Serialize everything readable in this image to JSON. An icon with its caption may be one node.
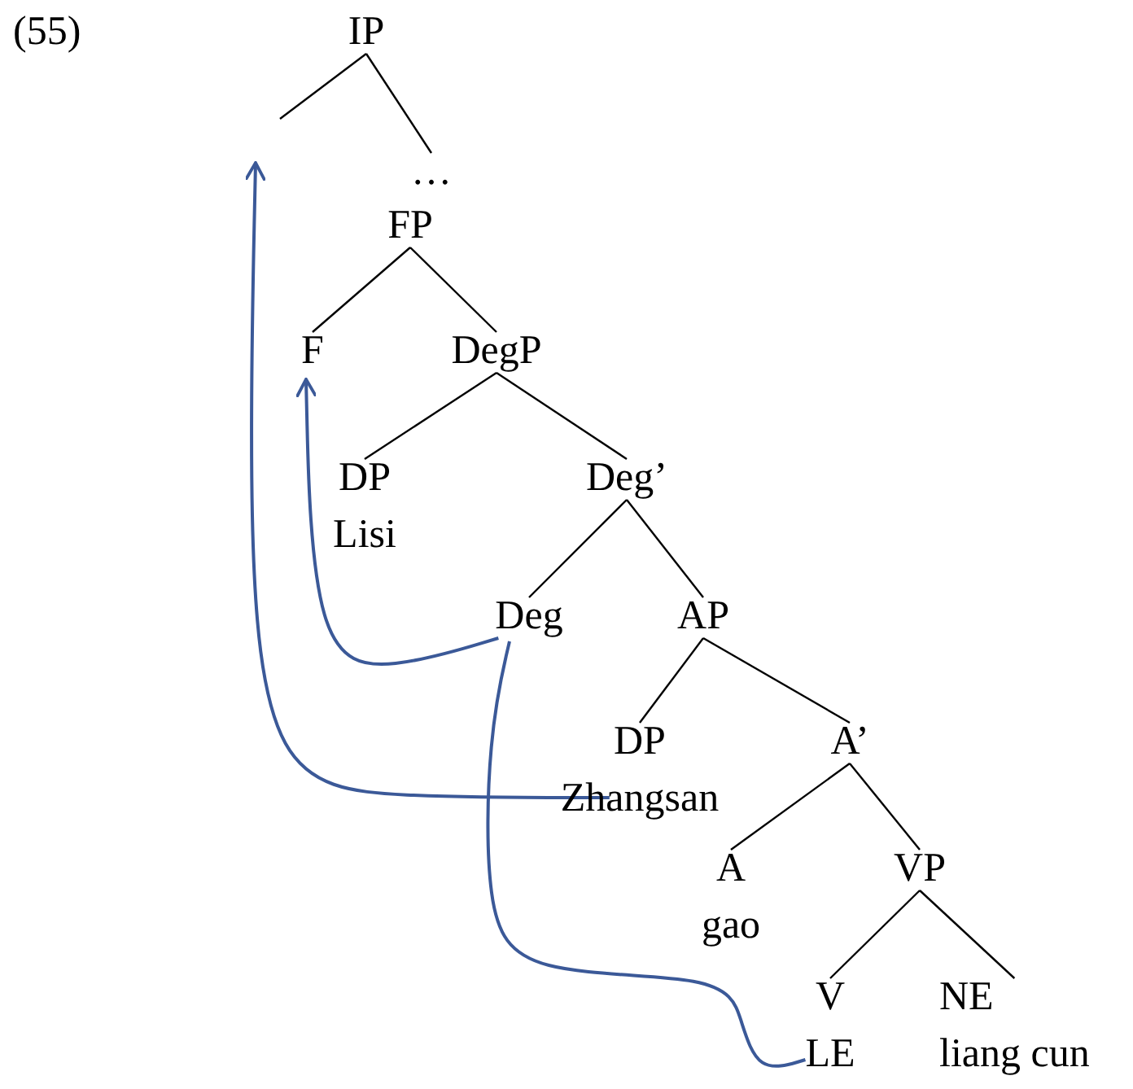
{
  "diagram": {
    "nodes": [
      {
        "text": [
          "IP"
        ]
      },
      {
        "text": [
          "…"
        ]
      },
      {
        "text": [
          "FP"
        ]
      },
      {
        "text": [
          "F"
        ]
      },
      {
        "text": [
          "DegP"
        ]
      },
      {
        "text": [
          "DP",
          "Lisi"
        ]
      },
      {
        "text": [
          "Deg’"
        ]
      },
      {
        "text": [
          "Deg"
        ]
      },
      {
        "text": [
          "AP"
        ]
      },
      {
        "text": [
          "DP",
          "Zhangsan"
        ]
      },
      {
        "text": [
          "A’"
        ]
      },
      {
        "text": [
          "A",
          "gao"
        ]
      },
      {
        "text": [
          "VP"
        ]
      },
      {
        "text": [
          "V",
          "LE"
        ]
      },
      {
        "text": [
          "NE",
          "liang cun"
        ]
      }
    ],
    "edges": [
      {
        "from": 0,
        "to": null,
        "arrow": "none"
      },
      {
        "from": 0,
        "to": 1,
        "arrow": "none"
      },
      {
        "from": 2,
        "to": 3,
        "arrow": "none"
      },
      {
        "from": 2,
        "to": 4,
        "arrow": "none"
      },
      {
        "from": 4,
        "to": 5,
        "arrow": "none"
      },
      {
        "from": 4,
        "to": 6,
        "arrow": "none"
      },
      {
        "from": 6,
        "to": 7,
        "arrow": "none"
      },
      {
        "from": 6,
        "to": 8,
        "arrow": "none"
      },
      {
        "from": 8,
        "to": 9,
        "arrow": "none"
      },
      {
        "from": 8,
        "to": 10,
        "arrow": "none"
      },
      {
        "from": 10,
        "to": 11,
        "arrow": "none"
      },
      {
        "from": 10,
        "to": 12,
        "arrow": "none"
      },
      {
        "from": 12,
        "to": 13,
        "arrow": "none"
      },
      {
        "from": 12,
        "to": 14,
        "arrow": "none"
      },
      {
        "from": 9,
        "to": null,
        "arrow": "to",
        "color": "#3b5998"
      },
      {
        "from": 7,
        "to": 3,
        "arrow": "to",
        "color": "#3b5998"
      },
      {
        "from": 7,
        "to": 13,
        "arrow": "none",
        "color": "#3b5998"
      }
    ],
    "labels": [
      "(55)"
    ]
  }
}
